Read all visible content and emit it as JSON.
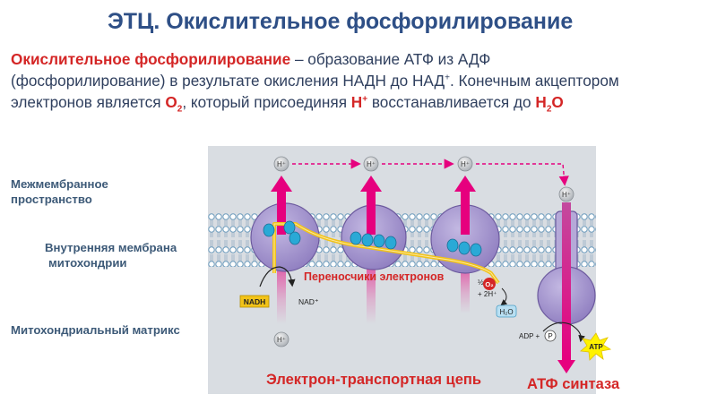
{
  "title": "ЭТЦ. Окислительное фосфорилирование",
  "intro": {
    "term": "Окислительное фосфорилирование",
    "line1_rest": " – образование АТФ из АДФ",
    "line2_a": "(фосфорилирование) в результате окисления НАДН до НАД",
    "line2_sup": "+",
    "line2_b": ". Конечным акцептором",
    "line3_a": "электронов является ",
    "o2": "О",
    "o2_sub": "2",
    "line3_b": ", который присоединяя ",
    "h": "Н",
    "h_sup": "+",
    "line3_c": " восстанавливается до ",
    "h2o": "Н",
    "h2o_sub": "2",
    "h2o_end": "О"
  },
  "side_labels": {
    "intermembrane_1": "Межмембранное",
    "intermembrane_2": "пространство",
    "inner_membrane_1": "Внутренняя мембрана",
    "inner_membrane_2": "митохондрии",
    "matrix": "Митохондриальный матрикс"
  },
  "diagram": {
    "h_plus": "H⁺",
    "nadh": "NADH",
    "nad_plus": "NAD⁺",
    "o2_frac": "½",
    "o2_label": "O₂",
    "plus_2h": "+ 2H⁺",
    "h2o": "H₂O",
    "adp_plus": "ADP +",
    "p": "P",
    "atp": "ATP",
    "carriers_label": "Переносчики электронов",
    "etc_label": "Электрон-транспортная цепь",
    "atp_synthase_label": "АТФ синтаза"
  },
  "colors": {
    "title": "#2e4f86",
    "accent_red": "#d42626",
    "proton_arrow": "#e6007e",
    "complex_fill": "#a797cf",
    "carrier_blue": "#2aa9d6",
    "electron_path": "#f2c318",
    "membrane_head": "#7fa7c4",
    "box_bg": "#d9dde2"
  }
}
